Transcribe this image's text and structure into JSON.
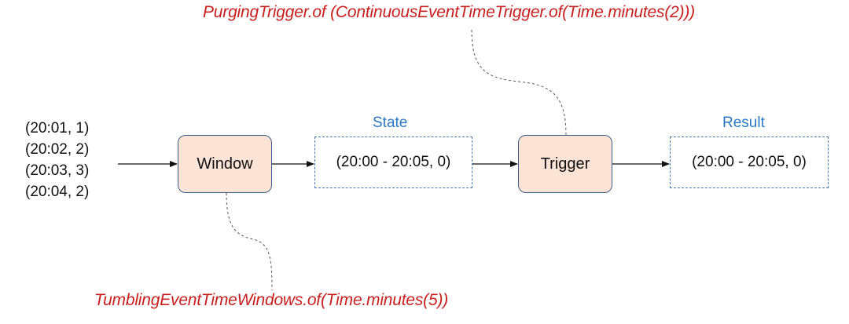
{
  "annotations": {
    "trigger_code": "PurgingTrigger.of (ContinuousEventTimeTrigger.of(Time.minutes(2)))",
    "window_code": "TumblingEventTimeWindows.of(Time.minutes(5))"
  },
  "inputs": [
    "(20:01, 1)",
    "(20:02, 2)",
    "(20:03, 3)",
    "(20:04, 2)"
  ],
  "nodes": {
    "window": "Window",
    "trigger": "Trigger"
  },
  "state": {
    "caption": "State",
    "value": "(20:00 - 20:05, 0)"
  },
  "result": {
    "caption": "Result",
    "value": "(20:00 - 20:05, 0)"
  },
  "colors": {
    "annotation": "#c8201f",
    "caption": "#2a78c4",
    "node_fill": "#fbe3d6",
    "node_border": "#3f5e87",
    "dashed_border": "#4a78b0"
  }
}
